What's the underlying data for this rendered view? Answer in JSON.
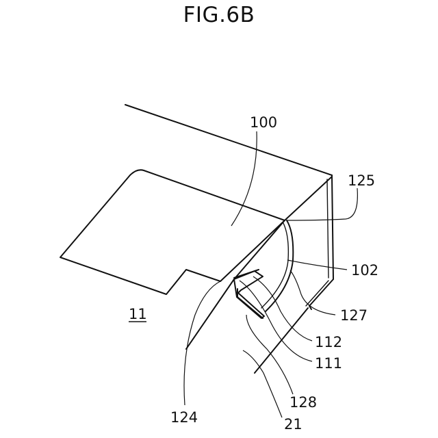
{
  "figure": {
    "title": "FIG.6B",
    "labels": {
      "l100": "100",
      "l125": "125",
      "l102": "102",
      "l127": "127",
      "l112": "112",
      "l111": "111",
      "l128": "128",
      "l124": "124",
      "l21": "21",
      "l11": "11"
    }
  }
}
